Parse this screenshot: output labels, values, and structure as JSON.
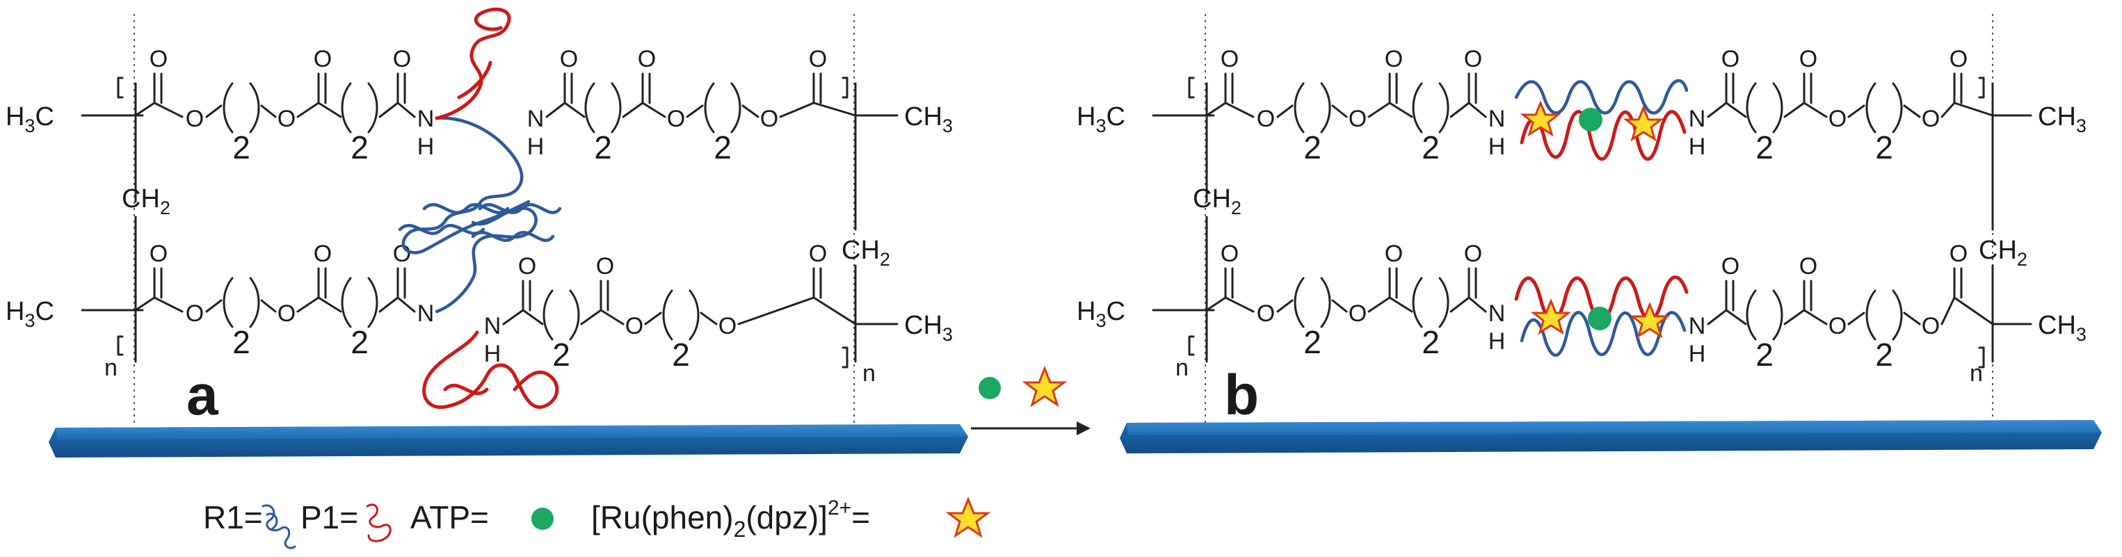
{
  "labels": {
    "methyl": "CH",
    "methyl_sub": "3",
    "methyl_left": "H",
    "ch2": "CH",
    "ch2_sub": "2",
    "carbonyl_O": "O",
    "ester_O": "O",
    "n_atom": "N",
    "h_atom": "H",
    "subscript_2": "2",
    "repeat_n": "n"
  },
  "panels": {
    "a": "a",
    "b": "b"
  },
  "legend": {
    "r1": "R1=",
    "p1": "P1=",
    "atp": "ATP=",
    "ru_prefix": "[Ru(phen)",
    "ru_sub": "2",
    "ru_suffix": "(dpz)]",
    "ru_charge": "2+",
    "ru_eq": "="
  },
  "colors": {
    "r1_strand": "#2d5a9a",
    "p1_strand": "#cc1a1a",
    "atp_dot": "#1aa862",
    "star_fill": "#ffdf2a",
    "star_stroke": "#d93a1a",
    "substrate": "#1f6fb5"
  },
  "icons": {
    "atp": "green-dot-icon",
    "ru_complex": "star-icon"
  }
}
